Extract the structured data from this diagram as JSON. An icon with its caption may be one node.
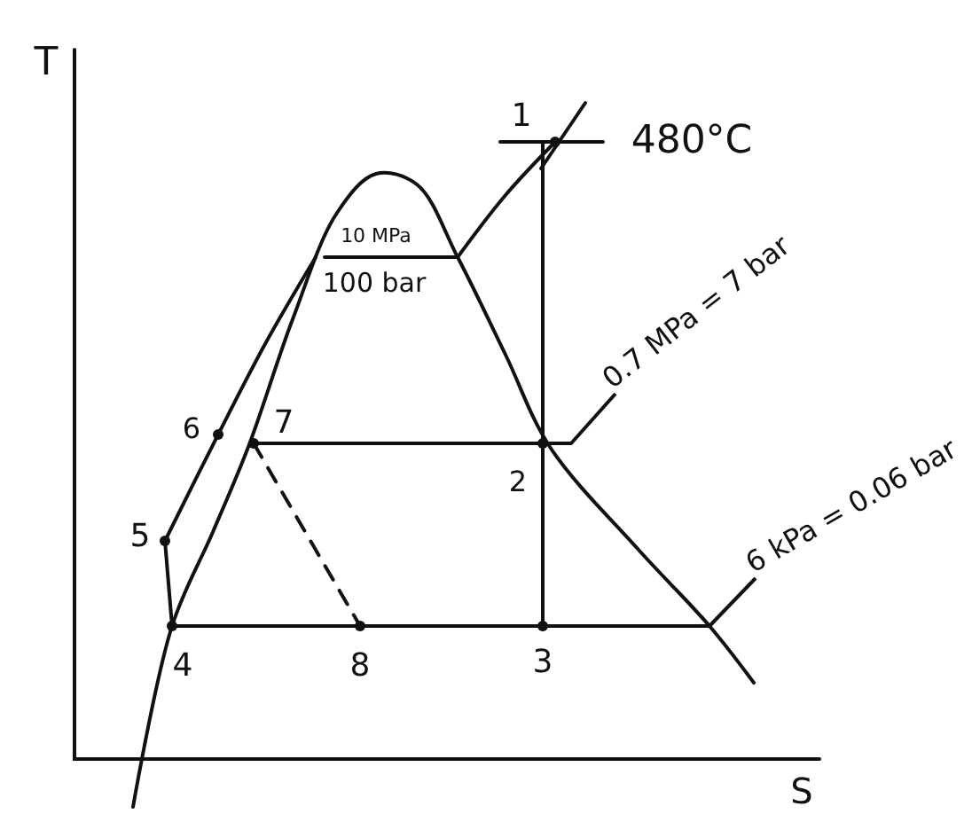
{
  "diagram": {
    "nodes": [
      {
        "text": [
          "0.7 MPa = 7 bar"
        ]
      },
      {
        "text": [
          "6 kPa = 0.06 bar"
        ]
      }
    ],
    "edges": [
      {
        "from": 0,
        "to": null,
        "arrow": "none"
      },
      {
        "from": 1,
        "to": null,
        "arrow": "none"
      }
    ],
    "labels": [
      "T",
      "1",
      "480°C",
      "10 MPa",
      "100 bar",
      "6",
      "7",
      "2",
      "5",
      "4",
      "8",
      "3",
      "S"
    ]
  }
}
